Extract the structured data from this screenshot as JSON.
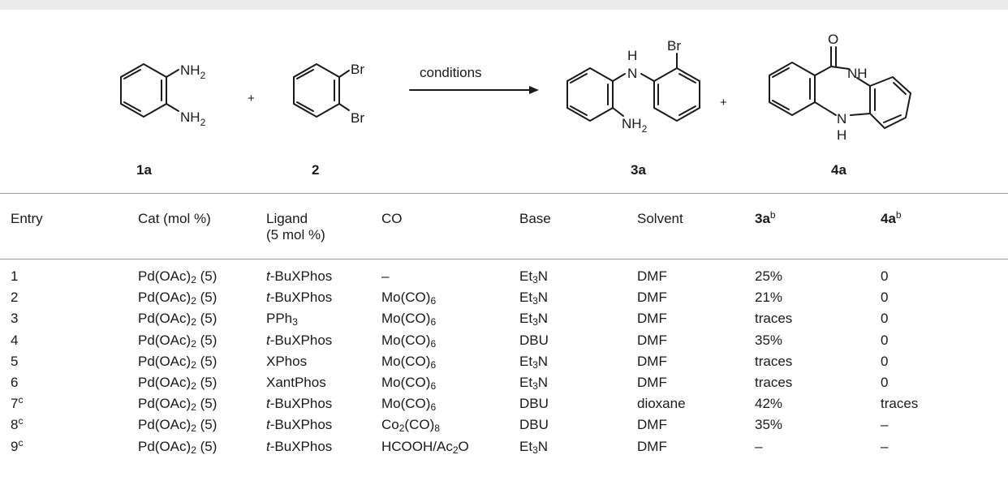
{
  "scheme": {
    "reactant1": {
      "label": "1a",
      "substituents": [
        "NH2",
        "NH2"
      ]
    },
    "reactant2": {
      "label": "2",
      "substituents": [
        "Br",
        "Br"
      ]
    },
    "plus": "+",
    "arrow_label": "conditions",
    "product1": {
      "label": "3a",
      "atoms": [
        "H",
        "N",
        "Br",
        "NH2"
      ]
    },
    "product2": {
      "label": "4a",
      "atoms": [
        "O",
        "NH",
        "N",
        "H"
      ]
    }
  },
  "table": {
    "headers": {
      "entry": "Entry",
      "cat": "Cat (mol %)",
      "ligand_line1": "Ligand",
      "ligand_line2": "(5 mol %)",
      "co": "CO",
      "base": "Base",
      "solvent": "Solvent",
      "y3a_main": "3a",
      "y3a_sup": "b",
      "y4a_main": "4a",
      "y4a_sup": "b"
    },
    "rows": [
      {
        "entry": "1",
        "entry_sup": "",
        "cat_main": "Pd(OAc)",
        "cat_sub": "2",
        "cat_tail": " (5)",
        "lig_pre": "t",
        "lig_post": "-BuXPhos",
        "co_a": "–",
        "co_s1": "",
        "co_b": "",
        "co_s2": "",
        "co_c": "",
        "base_a": "Et",
        "base_s": "3",
        "base_b": "N",
        "solvent": "DMF",
        "y3a": "25%",
        "y4a": "0"
      },
      {
        "entry": "2",
        "entry_sup": "",
        "cat_main": "Pd(OAc)",
        "cat_sub": "2",
        "cat_tail": " (5)",
        "lig_pre": "t",
        "lig_post": "-BuXPhos",
        "co_a": "Mo(CO)",
        "co_s1": "6",
        "co_b": "",
        "co_s2": "",
        "co_c": "",
        "base_a": "Et",
        "base_s": "3",
        "base_b": "N",
        "solvent": "DMF",
        "y3a": "21%",
        "y4a": "0"
      },
      {
        "entry": "3",
        "entry_sup": "",
        "cat_main": "Pd(OAc)",
        "cat_sub": "2",
        "cat_tail": " (5)",
        "lig_pre": "",
        "lig_post": "PPh",
        "lig_sub": "3",
        "co_a": "Mo(CO)",
        "co_s1": "6",
        "co_b": "",
        "co_s2": "",
        "co_c": "",
        "base_a": "Et",
        "base_s": "3",
        "base_b": "N",
        "solvent": "DMF",
        "y3a": "traces",
        "y4a": "0"
      },
      {
        "entry": "4",
        "entry_sup": "",
        "cat_main": "Pd(OAc)",
        "cat_sub": "2",
        "cat_tail": " (5)",
        "lig_pre": "t",
        "lig_post": "-BuXPhos",
        "co_a": "Mo(CO)",
        "co_s1": "6",
        "co_b": "",
        "co_s2": "",
        "co_c": "",
        "base_a": "DBU",
        "base_s": "",
        "base_b": "",
        "solvent": "DMF",
        "y3a": "35%",
        "y4a": "0"
      },
      {
        "entry": "5",
        "entry_sup": "",
        "cat_main": "Pd(OAc)",
        "cat_sub": "2",
        "cat_tail": " (5)",
        "lig_pre": "",
        "lig_post": "XPhos",
        "co_a": "Mo(CO)",
        "co_s1": "6",
        "co_b": "",
        "co_s2": "",
        "co_c": "",
        "base_a": "Et",
        "base_s": "3",
        "base_b": "N",
        "solvent": "DMF",
        "y3a": "traces",
        "y4a": "0"
      },
      {
        "entry": "6",
        "entry_sup": "",
        "cat_main": "Pd(OAc)",
        "cat_sub": "2",
        "cat_tail": " (5)",
        "lig_pre": "",
        "lig_post": "XantPhos",
        "co_a": "Mo(CO)",
        "co_s1": "6",
        "co_b": "",
        "co_s2": "",
        "co_c": "",
        "base_a": "Et",
        "base_s": "3",
        "base_b": "N",
        "solvent": "DMF",
        "y3a": "traces",
        "y4a": "0"
      },
      {
        "entry": "7",
        "entry_sup": "c",
        "cat_main": "Pd(OAc)",
        "cat_sub": "2",
        "cat_tail": " (5)",
        "lig_pre": "t",
        "lig_post": "-BuXPhos",
        "co_a": "Mo(CO)",
        "co_s1": "6",
        "co_b": "",
        "co_s2": "",
        "co_c": "",
        "base_a": "DBU",
        "base_s": "",
        "base_b": "",
        "solvent": "dioxane",
        "y3a": "42%",
        "y4a": "traces"
      },
      {
        "entry": "8",
        "entry_sup": "c",
        "cat_main": "Pd(OAc)",
        "cat_sub": "2",
        "cat_tail": " (5)",
        "lig_pre": "t",
        "lig_post": "-BuXPhos",
        "co_a": "Co",
        "co_s1": "2",
        "co_b": "(CO)",
        "co_s2": "8",
        "co_c": "",
        "base_a": "DBU",
        "base_s": "",
        "base_b": "",
        "solvent": "DMF",
        "y3a": "35%",
        "y4a": "–"
      },
      {
        "entry": "9",
        "entry_sup": "c",
        "cat_main": "Pd(OAc)",
        "cat_sub": "2",
        "cat_tail": " (5)",
        "lig_pre": "t",
        "lig_post": "-BuXPhos",
        "co_a": "HCOOH/Ac",
        "co_s1": "2",
        "co_b": "O",
        "co_s2": "",
        "co_c": "",
        "base_a": "Et",
        "base_s": "3",
        "base_b": "N",
        "solvent": "DMF",
        "y3a": "–",
        "y4a": "–"
      }
    ]
  }
}
